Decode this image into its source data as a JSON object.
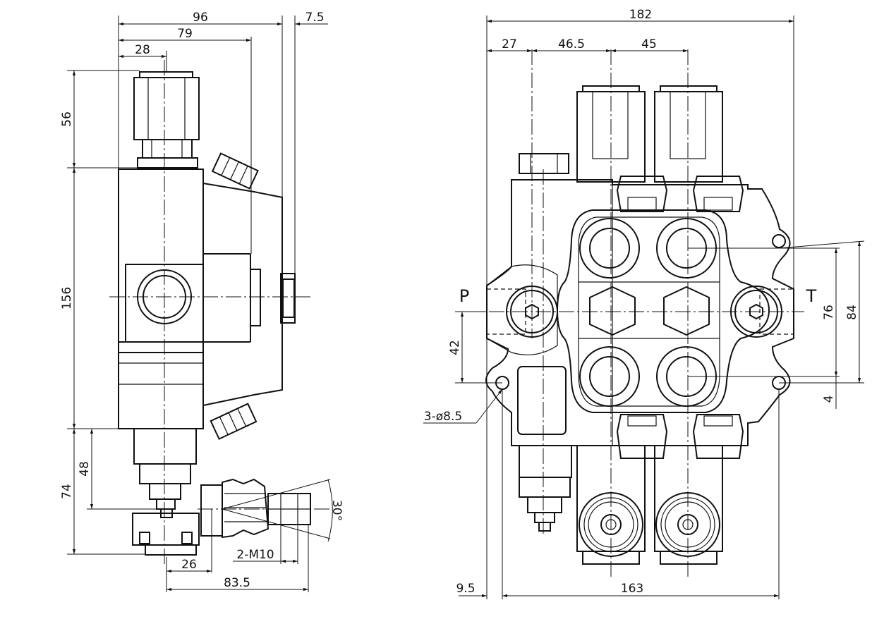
{
  "side_view": {
    "dims": {
      "w96": "96",
      "w7_5": "7.5",
      "w79": "79",
      "w28": "28",
      "h56": "56",
      "h156": "156",
      "h74": "74",
      "h48": "48",
      "w26": "26",
      "w83_5": "83.5",
      "thread": "2-M10",
      "angle": "30°"
    }
  },
  "front_view": {
    "dims": {
      "w182": "182",
      "w27": "27",
      "w46_5": "46.5",
      "w45": "45",
      "h42": "42",
      "holes": "3-ø8.5",
      "h76": "76",
      "h84": "84",
      "h4": "4",
      "w9_5": "9.5",
      "w163": "163"
    },
    "port_labels": {
      "pressure": "P",
      "tank": "T"
    }
  }
}
